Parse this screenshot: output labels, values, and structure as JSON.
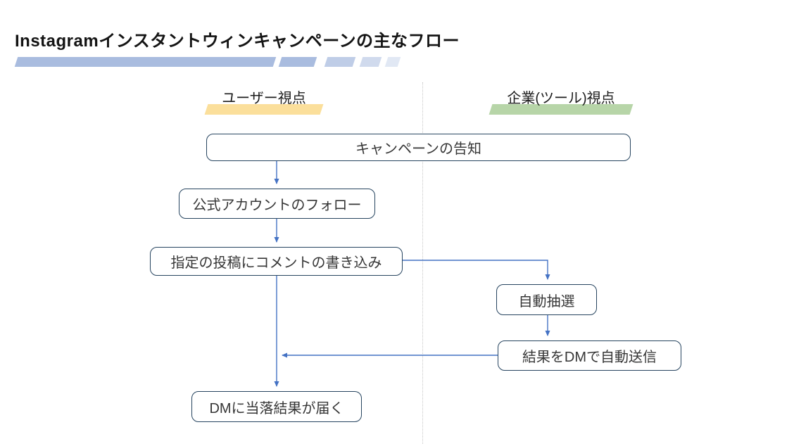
{
  "page": {
    "title": "Instagramインスタントウィンキャンペーンの主なフロー"
  },
  "colors": {
    "accent_blue": "#4472c4",
    "box_border": "#26445f",
    "divider": "#c6c6c6",
    "bar_blue": "#a9bcdf",
    "highlight_yellow": "#fbdf9b",
    "highlight_green": "#b7d5a8"
  },
  "columns": {
    "left": {
      "label": "ユーザー視点"
    },
    "right": {
      "label": "企業(ツール)視点"
    }
  },
  "nodes": [
    {
      "id": "announce",
      "column": "both",
      "label": "キャンペーンの告知"
    },
    {
      "id": "follow",
      "column": "user",
      "label": "公式アカウントのフォロー"
    },
    {
      "id": "comment",
      "column": "user",
      "label": "指定の投稿にコメントの書き込み"
    },
    {
      "id": "lottery",
      "column": "company",
      "label": "自動抽選"
    },
    {
      "id": "send_dm",
      "column": "company",
      "label": "結果をDMで自動送信"
    },
    {
      "id": "receive_dm",
      "column": "user",
      "label": "DMに当落結果が届く"
    }
  ],
  "edges": [
    {
      "from": "announce",
      "to": "follow"
    },
    {
      "from": "follow",
      "to": "comment"
    },
    {
      "from": "comment",
      "to": "lottery"
    },
    {
      "from": "lottery",
      "to": "send_dm"
    },
    {
      "from": "send_dm",
      "to": "receive_dm"
    },
    {
      "from": "comment",
      "to": "receive_dm"
    }
  ]
}
